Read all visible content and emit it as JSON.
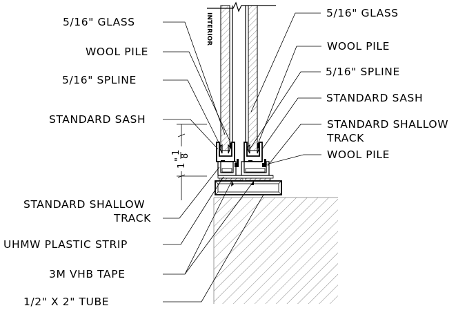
{
  "labels": {
    "left": {
      "glass": "5/16\" GLASS",
      "wool_pile": "WOOL PILE",
      "spline": "5/16\" SPLINE",
      "standard_sash": "STANDARD SASH",
      "shallow_track_line1": "STANDARD SHALLOW",
      "shallow_track_line2": "TRACK",
      "uhmw_strip": "UHMW PLASTIC STRIP",
      "vhb_tape": "3M VHB TAPE",
      "tube": "1/2\" X 2\" TUBE"
    },
    "right": {
      "glass": "5/16\" GLASS",
      "wool_pile": "WOOL PILE",
      "spline": "5/16\" SPLINE",
      "standard_sash": "STANDARD SASH",
      "shallow_track_line1": "STANDARD SHALLOW",
      "shallow_track_line2": "TRACK",
      "wool_pile_lower": "WOOL PILE"
    },
    "interior": "INTERIOR",
    "dimension": {
      "whole": "1",
      "fraction_numerator": "1",
      "fraction_denominator": "8",
      "unit": "\""
    }
  }
}
